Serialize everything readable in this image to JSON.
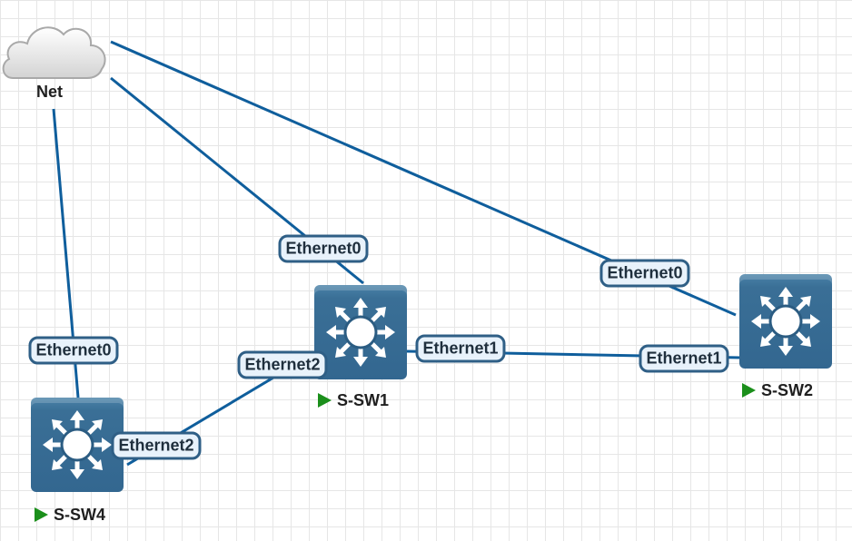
{
  "nodes": {
    "net": {
      "name": "Net",
      "icon": "cloud-icon"
    },
    "ssw1": {
      "name": "S-SW1",
      "icon": "switch-icon",
      "status_icon": "running-play-icon"
    },
    "ssw2": {
      "name": "S-SW2",
      "icon": "switch-icon",
      "status_icon": "running-play-icon"
    },
    "ssw4": {
      "name": "S-SW4",
      "icon": "switch-icon",
      "status_icon": "running-play-icon"
    }
  },
  "links": [
    {
      "from": "Net",
      "to": "S-SW4",
      "interface": "Ethernet0"
    },
    {
      "from": "Net",
      "to": "S-SW1",
      "interface": "Ethernet0"
    },
    {
      "from": "Net",
      "to": "S-SW2",
      "interface": "Ethernet0"
    },
    {
      "from": "S-SW1",
      "to": "S-SW2",
      "from_interface": "Ethernet1",
      "to_interface": "Ethernet1"
    },
    {
      "from": "S-SW1",
      "to": "S-SW4",
      "from_interface": "Ethernet2",
      "to_interface": "Ethernet2"
    }
  ],
  "colors": {
    "link": "#0f5e9c",
    "switch": "#336790",
    "label_fill": "#e8f2fb",
    "label_border": "#2f5f86",
    "running": "#1b8f1b"
  }
}
